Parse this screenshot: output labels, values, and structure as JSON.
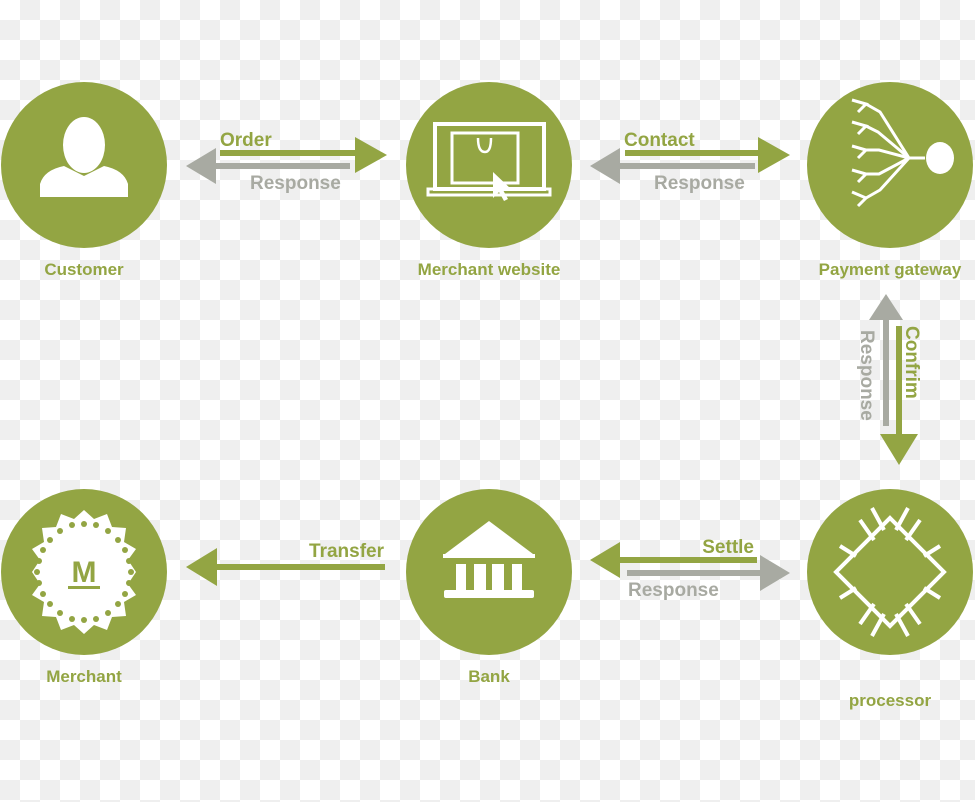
{
  "colors": {
    "accent": "#93a543",
    "secondary": "#a8aaa2"
  },
  "nodes": {
    "customer": {
      "label": "Customer",
      "icon": "person-icon"
    },
    "merchant_website": {
      "label": "Merchant website",
      "icon": "laptop-shopping-icon"
    },
    "payment_gateway": {
      "label": "Payment gateway",
      "icon": "network-branch-icon"
    },
    "merchant": {
      "label": "Merchant",
      "icon": "merchant-badge-icon",
      "badge_letter": "M"
    },
    "bank": {
      "label": "Bank",
      "icon": "bank-icon"
    },
    "processor": {
      "label": "processor",
      "icon": "chip-icon"
    }
  },
  "edges": {
    "order": "Order",
    "order_response": "Response",
    "contact": "Contact",
    "contact_response": "Response",
    "confirm": "Confrim",
    "confirm_response": "Response",
    "settle": "Settle",
    "settle_response": "Response",
    "transfer": "Transfer"
  }
}
